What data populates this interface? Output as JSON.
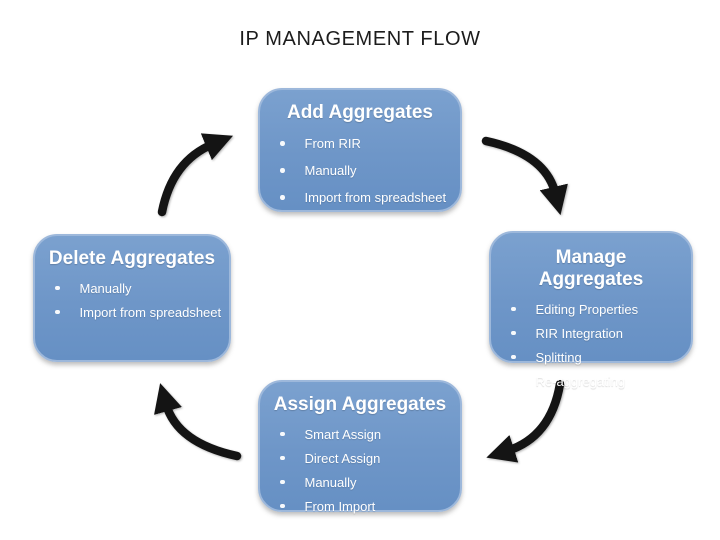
{
  "title": "IP MANAGEMENT FLOW",
  "colors": {
    "box_fill": "#6E96C8",
    "box_fill_light": "#7BA1CF",
    "box_border": "#9DB8DB",
    "heading_text": "#FFFFFF",
    "bullet_text": "#FFFFFF",
    "arrow": "#141414",
    "title_text": "#1C1C1C",
    "background": "#FFFFFF"
  },
  "boxes": [
    {
      "id": "add",
      "heading": "Add Aggregates",
      "items": [
        "From RIR",
        "Manually",
        "Import from spreadsheet"
      ]
    },
    {
      "id": "manage",
      "heading": "Manage Aggregates",
      "items": [
        "Editing Properties",
        "RIR Integration",
        "Splitting",
        "Re-aggregating"
      ]
    },
    {
      "id": "assign",
      "heading": "Assign Aggregates",
      "items": [
        "Smart Assign",
        "Direct Assign",
        "Manually",
        "From Import"
      ]
    },
    {
      "id": "delete",
      "heading": "Delete Aggregates",
      "items": [
        "Manually",
        "Import from spreadsheet"
      ]
    }
  ],
  "arrows": [
    {
      "from": "Add Aggregates",
      "to": "Manage Aggregates"
    },
    {
      "from": "Manage Aggregates",
      "to": "Assign Aggregates"
    },
    {
      "from": "Assign Aggregates",
      "to": "Delete Aggregates"
    },
    {
      "from": "Delete Aggregates",
      "to": "Add Aggregates"
    }
  ]
}
